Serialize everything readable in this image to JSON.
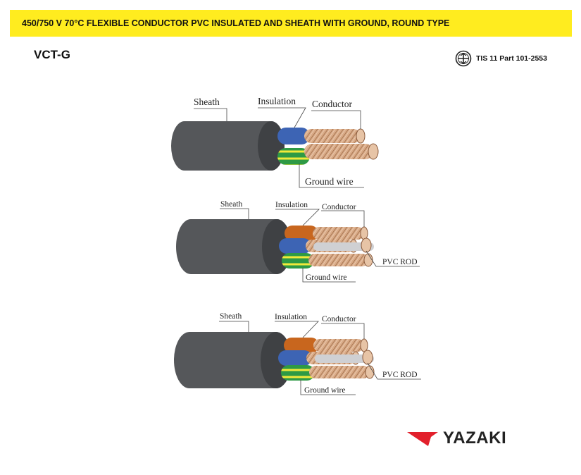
{
  "header": {
    "title": "450/750 V 70°C FLEXIBLE CONDUCTOR PVC INSULATED AND SHEATH WITH GROUND, ROUND TYPE"
  },
  "product": {
    "code": "VCT-G"
  },
  "standard": {
    "icon": "tis-mark-icon",
    "text": "TIS 11 Part 101-2553"
  },
  "diagrams": [
    {
      "labels": {
        "sheath": "Sheath",
        "insulation": "Insulation",
        "conductor": "Conductor",
        "ground": "Ground wire"
      }
    },
    {
      "labels": {
        "sheath": "Sheath",
        "insulation": "Insulation",
        "conductor": "Conductor",
        "ground": "Ground wire",
        "rod": "PVC ROD"
      }
    },
    {
      "labels": {
        "sheath": "Sheath",
        "insulation": "Insulation",
        "conductor": "Conductor",
        "ground": "Ground wire",
        "rod": "PVC ROD"
      }
    }
  ],
  "brand": {
    "name": "YAZAKI",
    "logo_icon": "yazaki-logo-icon"
  },
  "colors": {
    "banner": "#ffec1f",
    "sheath": "#55575a",
    "blue": "#3d64b4",
    "green_yellow": "#2e9a45",
    "brown": "#c8661e",
    "copper": "#d5a17a",
    "grey_rod": "#cfd0d3"
  }
}
